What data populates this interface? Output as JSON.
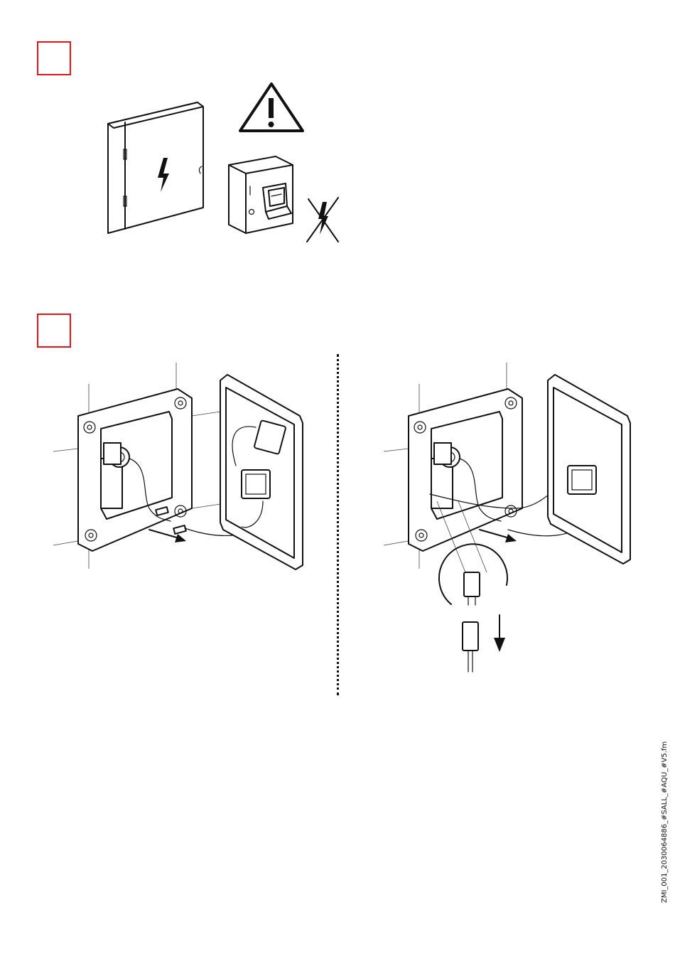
{
  "steps": [
    {
      "id": "step-1",
      "label": ""
    },
    {
      "id": "step-2",
      "label": ""
    }
  ],
  "icons": {
    "electrical_cabinet": "electrical-cabinet-icon",
    "warning": "warning-triangle-icon",
    "circuit_breaker": "circuit-breaker-icon",
    "power_off": "power-off-icon"
  },
  "footer": {
    "document_code": "ZMI_001_2030064886_#SALL_#AQU_#V5.fm"
  },
  "colors": {
    "step_box_border": "#e4141b",
    "line_art": "#111111"
  }
}
